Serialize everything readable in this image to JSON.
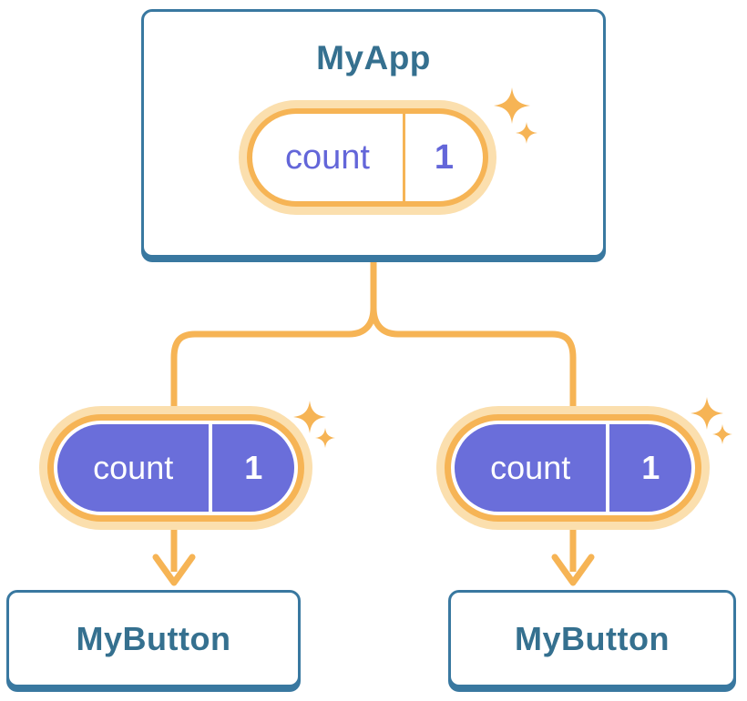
{
  "diagram": {
    "type": "component-tree",
    "root": {
      "title": "MyApp",
      "state": {
        "name": "count",
        "value": "1"
      }
    },
    "children": [
      {
        "title": "MyButton",
        "state": {
          "name": "count",
          "value": "1"
        }
      },
      {
        "title": "MyButton",
        "state": {
          "name": "count",
          "value": "1"
        }
      }
    ],
    "edges": [
      {
        "from": "MyApp",
        "to": "MyButton-left",
        "style": "orange curved line with arrow"
      },
      {
        "from": "MyApp",
        "to": "MyButton-right",
        "style": "orange curved line with arrow"
      }
    ],
    "colors": {
      "card_border_blue": "#3978A0",
      "title_text_blue": "#35708F",
      "connector_orange": "#F6B455",
      "pill_glow_orange": "#FBDFAE",
      "pill_purple": "#6A6EDA",
      "pill_text_purple": "#6366D9",
      "background": "#FFFFFF"
    }
  }
}
